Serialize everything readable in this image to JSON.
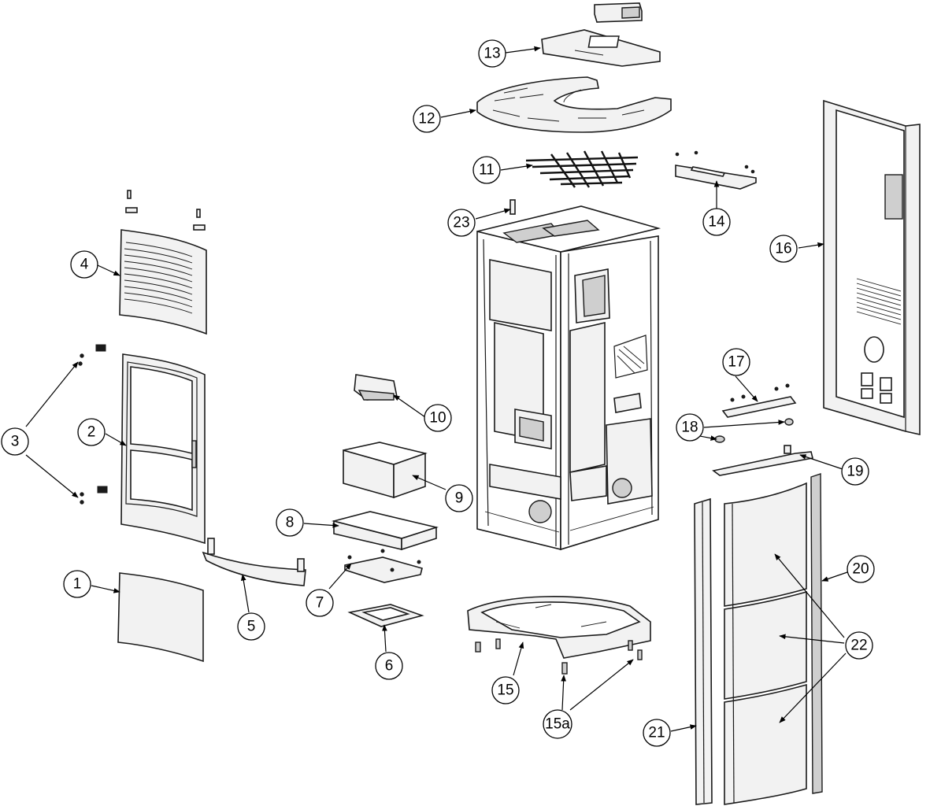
{
  "callouts": {
    "c1": "1",
    "c2": "2",
    "c3": "3",
    "c4": "4",
    "c5": "5",
    "c6": "6",
    "c7": "7",
    "c8": "8",
    "c9": "9",
    "c10": "10",
    "c11": "11",
    "c12": "12",
    "c13": "13",
    "c14": "14",
    "c15": "15",
    "c15a": "15a",
    "c16": "16",
    "c17": "17",
    "c18": "18",
    "c19": "19",
    "c20": "20",
    "c21": "21",
    "c22": "22",
    "c23": "23"
  }
}
